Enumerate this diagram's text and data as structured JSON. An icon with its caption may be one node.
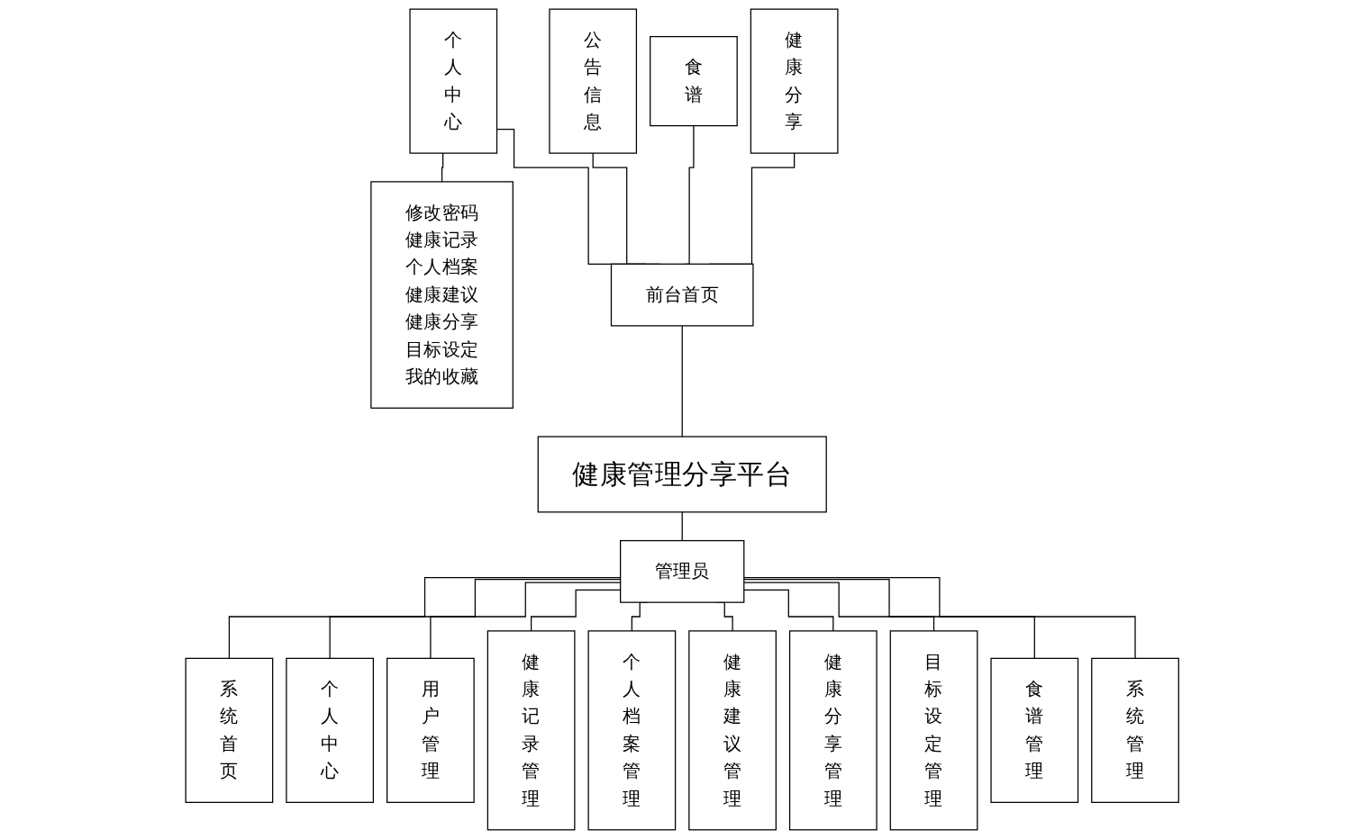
{
  "diagram": {
    "nodes": [
      {
        "text": [
          "健康分享"
        ]
      },
      {
        "text": [
          "食谱"
        ]
      },
      {
        "text": [
          "公告信息"
        ]
      },
      {
        "text": [
          "个人中心"
        ]
      },
      {
        "text": [
          "修改密码",
          "健康记录",
          "个人档案",
          "健康建议",
          "健康分享",
          "目标设定",
          "我的收藏"
        ]
      },
      {
        "text": [
          "前台首页"
        ]
      },
      {
        "text": [
          "健康管理分享平台"
        ]
      },
      {
        "text": [
          "管理员"
        ]
      },
      {
        "text": [
          "系统首页"
        ]
      },
      {
        "text": [
          "个人中心"
        ]
      },
      {
        "text": [
          "用户管理"
        ]
      },
      {
        "text": [
          "健康记录管理"
        ]
      },
      {
        "text": [
          "个人档案管理"
        ]
      },
      {
        "text": [
          "健康建议管理"
        ]
      },
      {
        "text": [
          "健康分享管理"
        ]
      },
      {
        "text": [
          "目标设定管理"
        ]
      },
      {
        "text": [
          "食谱管理"
        ]
      },
      {
        "text": [
          "系统管理"
        ]
      }
    ],
    "edges": [
      {
        "from": 0,
        "to": 5,
        "arrow": "none"
      },
      {
        "from": 1,
        "to": 5,
        "arrow": "none"
      },
      {
        "from": 2,
        "to": 5,
        "arrow": "none"
      },
      {
        "from": 3,
        "to": 5,
        "arrow": "none"
      },
      {
        "from": 3,
        "to": 4,
        "arrow": "none"
      },
      {
        "from": 5,
        "to": 6,
        "arrow": "none"
      },
      {
        "from": 6,
        "to": 7,
        "arrow": "none"
      },
      {
        "from": 7,
        "to": 8,
        "arrow": "none"
      },
      {
        "from": 7,
        "to": 9,
        "arrow": "none"
      },
      {
        "from": 7,
        "to": 10,
        "arrow": "none"
      },
      {
        "from": 7,
        "to": 11,
        "arrow": "none"
      },
      {
        "from": 7,
        "to": 12,
        "arrow": "none"
      },
      {
        "from": 7,
        "to": 13,
        "arrow": "none"
      },
      {
        "from": 7,
        "to": 14,
        "arrow": "none"
      },
      {
        "from": 7,
        "to": 15,
        "arrow": "none"
      },
      {
        "from": 7,
        "to": 16,
        "arrow": "none"
      },
      {
        "from": 7,
        "to": 17,
        "arrow": "none"
      }
    ]
  }
}
